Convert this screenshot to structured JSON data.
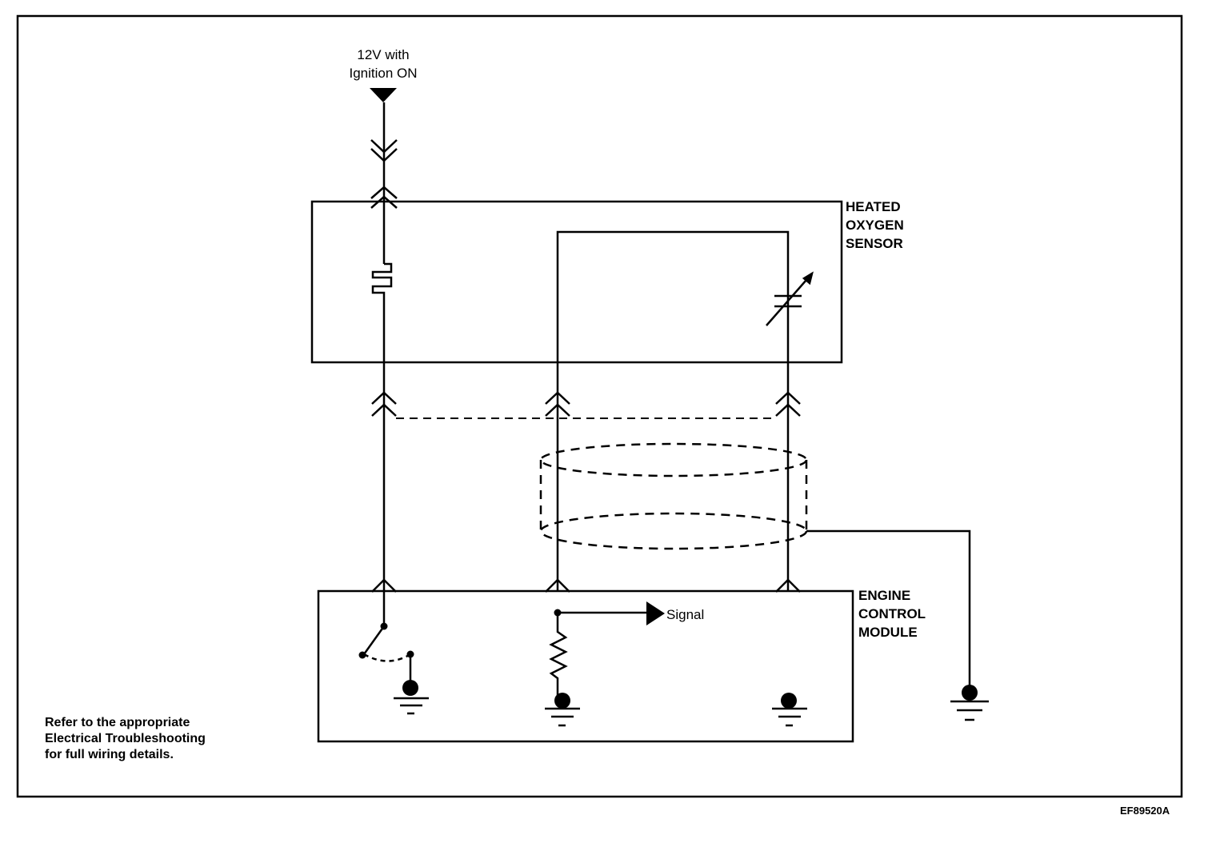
{
  "supply": {
    "line1": "12V with",
    "line2": "Ignition ON"
  },
  "sensor": {
    "line1": "HEATED",
    "line2": "OXYGEN",
    "line3": "SENSOR"
  },
  "ecm": {
    "line1": "ENGINE",
    "line2": "CONTROL",
    "line3": "MODULE"
  },
  "signal_label": "Signal",
  "note": {
    "line1": "Refer to the appropriate",
    "line2": "Electrical Troubleshooting",
    "line3": "for full wiring details."
  },
  "figure_code": "EF89520A"
}
